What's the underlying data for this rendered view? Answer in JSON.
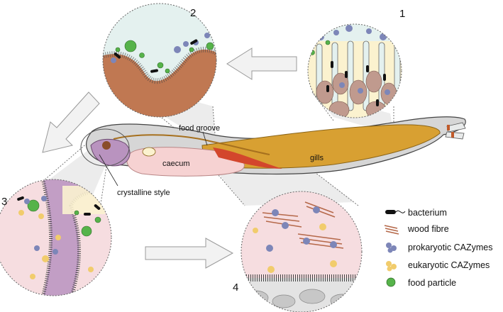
{
  "panels": {
    "p1": "1",
    "p2": "2",
    "p3": "3",
    "p4": "4"
  },
  "labels": {
    "food_groove": "food groove",
    "gills": "gills",
    "caecum": "caecum",
    "crystalline_style": "crystalline style"
  },
  "legend": {
    "items": [
      {
        "label": "bacterium",
        "icon": "bacterium-icon"
      },
      {
        "label": "wood fibre",
        "icon": "wood-fibre-icon"
      },
      {
        "label": "prokaryotic CAZymes",
        "icon": "prokaryotic-cazyme-icon"
      },
      {
        "label": "eukaryotic CAZymes",
        "icon": "eukaryotic-cazyme-icon"
      },
      {
        "label": "food particle",
        "icon": "food-particle-icon"
      }
    ]
  },
  "colors": {
    "body": "#d6d6d6",
    "gill": "#d8a032",
    "caecum": "#f6d2d2",
    "stomach": "#b993bf",
    "food_particle": "#56b34a",
    "prokaryotic": "#7d86b8",
    "eukaryotic": "#f1cc6c",
    "wood": "#b56849",
    "tissue_brown": "#c07852",
    "cell_cream": "#fbf2cf",
    "cell_pink": "#f6dde0"
  }
}
